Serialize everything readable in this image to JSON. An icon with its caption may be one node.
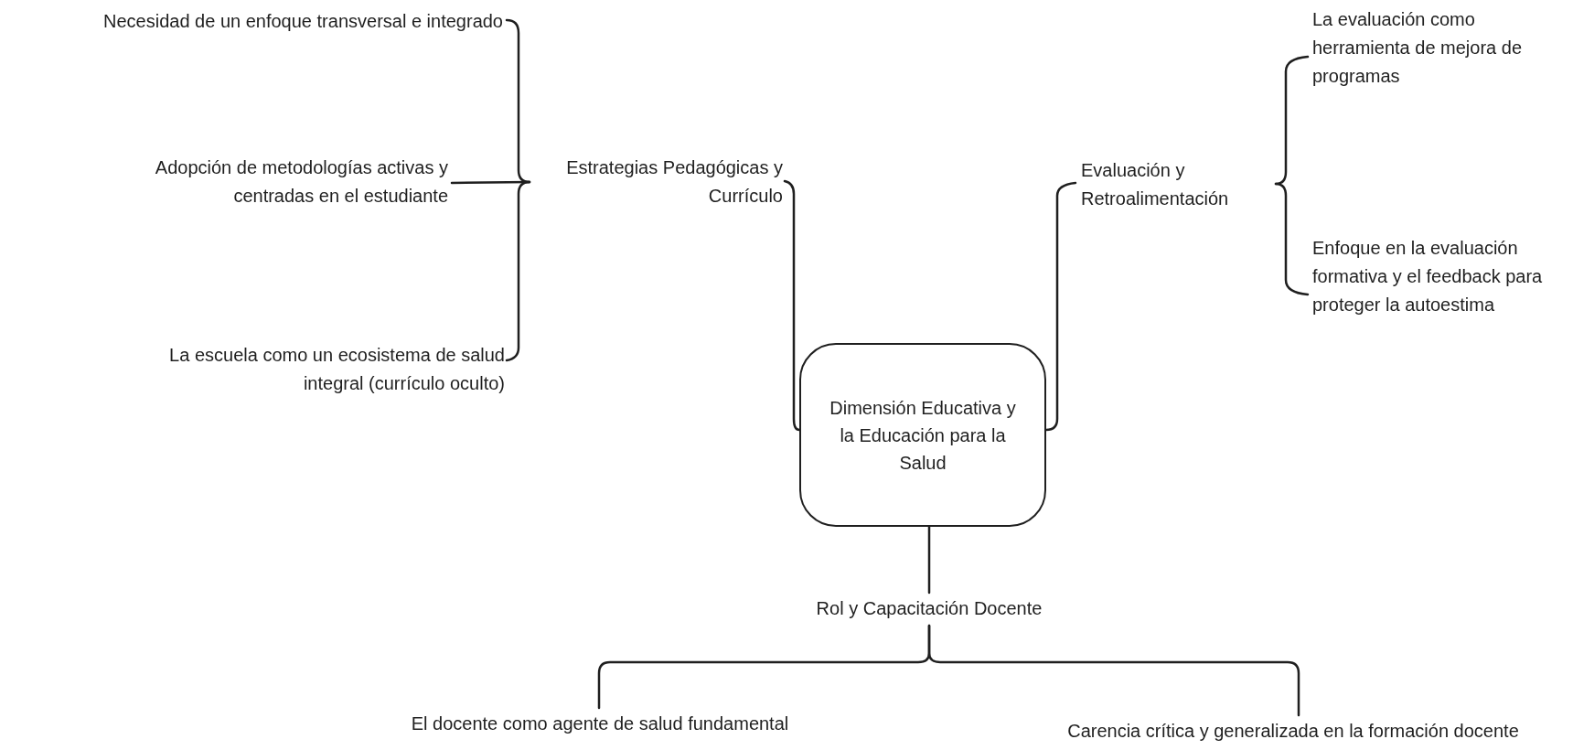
{
  "diagram": {
    "nodes": [
      {
        "text": [
          "Dimensión Educativa y la Educación para la Salud"
        ]
      },
      {
        "text": [
          "Estrategias Pedagógicas y Currículo"
        ]
      },
      {
        "text": [
          "Evaluación y Retroalimentación"
        ]
      },
      {
        "text": [
          "Rol y Capacitación Docente"
        ]
      },
      {
        "text": [
          "Necesidad de un enfoque transversal e integrado"
        ]
      },
      {
        "text": [
          "Adopción de metodologías activas y centradas en el estudiante"
        ]
      },
      {
        "text": [
          "La escuela como un ecosistema de salud integral (currículo oculto)"
        ]
      },
      {
        "text": [
          "La evaluación como herramienta de mejora de programas"
        ]
      },
      {
        "text": [
          "Enfoque en la evaluación formativa y el feedback para proteger la autoestima"
        ]
      },
      {
        "text": [
          "El docente como agente de salud fundamental"
        ]
      },
      {
        "text": [
          "Carencia crítica y generalizada en la formación docente"
        ]
      }
    ],
    "edges": [
      {
        "from": 0,
        "to": 1,
        "arrow": "none"
      },
      {
        "from": 0,
        "to": 2,
        "arrow": "none"
      },
      {
        "from": 0,
        "to": 3,
        "arrow": "none"
      },
      {
        "from": 1,
        "to": 4,
        "arrow": "none"
      },
      {
        "from": 1,
        "to": 5,
        "arrow": "none"
      },
      {
        "from": 1,
        "to": 6,
        "arrow": "none"
      },
      {
        "from": 2,
        "to": 7,
        "arrow": "none"
      },
      {
        "from": 2,
        "to": 8,
        "arrow": "none"
      },
      {
        "from": 3,
        "to": 9,
        "arrow": "none"
      },
      {
        "from": 3,
        "to": 10,
        "arrow": "none"
      }
    ]
  }
}
